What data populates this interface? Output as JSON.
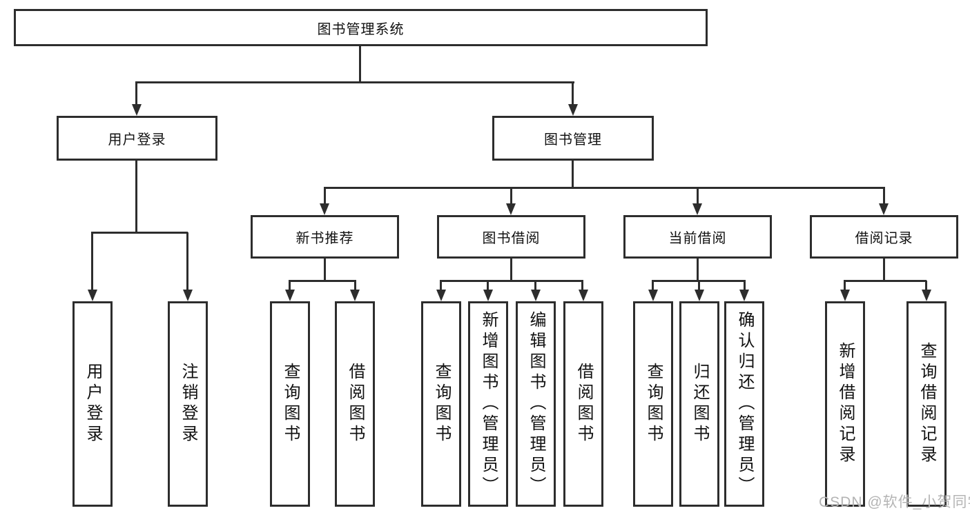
{
  "diagram": {
    "type": "hierarchy",
    "colors": {
      "line": "#2d2d2d",
      "box_border": "#2d2d2d",
      "box_fill": "#ffffff",
      "text": "#111111",
      "watermark": "#b4b4b4",
      "background": "#ffffff"
    }
  },
  "tree": {
    "label": "图书管理系统",
    "children": [
      {
        "label": "用户登录",
        "children": [
          {
            "label": "用户登录"
          },
          {
            "label": "注销登录"
          }
        ]
      },
      {
        "label": "图书管理",
        "children": [
          {
            "label": "新书推荐",
            "children": [
              {
                "label": "查询图书"
              },
              {
                "label": "借阅图书"
              }
            ]
          },
          {
            "label": "图书借阅",
            "children": [
              {
                "label": "查询图书"
              },
              {
                "label": "新增图书（管理员）"
              },
              {
                "label": "编辑图书（管理员）"
              },
              {
                "label": "借阅图书"
              }
            ]
          },
          {
            "label": "当前借阅",
            "children": [
              {
                "label": "查询图书"
              },
              {
                "label": "归还图书"
              },
              {
                "label": "确认归还（管理员）"
              }
            ]
          },
          {
            "label": "借阅记录",
            "children": [
              {
                "label": "新增借阅记录"
              },
              {
                "label": "查询借阅记录"
              }
            ]
          }
        ]
      }
    ]
  },
  "watermark": {
    "text": "CSDN @软件_小贺同学"
  }
}
